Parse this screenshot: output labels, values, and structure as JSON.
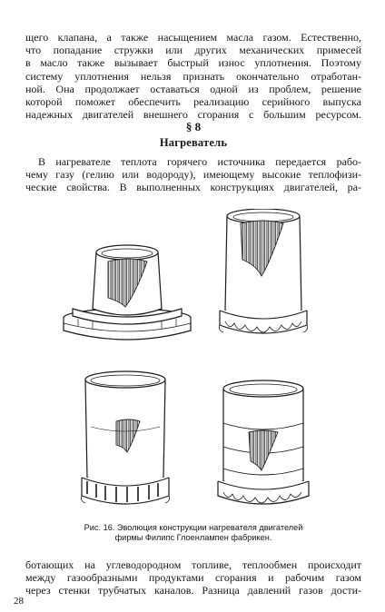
{
  "paragraph_top": [
    "щего клапана, а также насыщением масла газом. Естественно,",
    "что попадание стружки или других механических примесей",
    "в масло также вызывает быстрый износ уплотнения. Поэтому",
    "систему уплотнения нельзя признать окончательно отработан-",
    "ной. Она продолжает оставаться одной из проблем, решение",
    "которой поможет обеспечить реализацию серийного выпуска",
    "надежных двигателей внешнего сгорания с большим ресурсом."
  ],
  "section": {
    "number": "§ 8",
    "title": "Нагреватель"
  },
  "paragraph_middle": [
    "В нагревателе теплота горячего источника передается рабо-",
    "чему газу (гелию или водороду), имеющему высокие теплофизи-",
    "ческие свойства. В выполненных конструкциях двигателей, ра-"
  ],
  "figure": {
    "caption_line1": "Рис. 16. Эволюция конструкции нагревателя двигателей",
    "caption_line2": "фирмы Филипс Глоенлампен фабрикен."
  },
  "paragraph_bottom": [
    "ботающих на углеводородном топливе, теплообмен происходит",
    "между газообразными продуктами сгорания и рабочим газом",
    "через стенки трубчатых каналов. Разница давлений газов дости-"
  ],
  "page_number": "28"
}
